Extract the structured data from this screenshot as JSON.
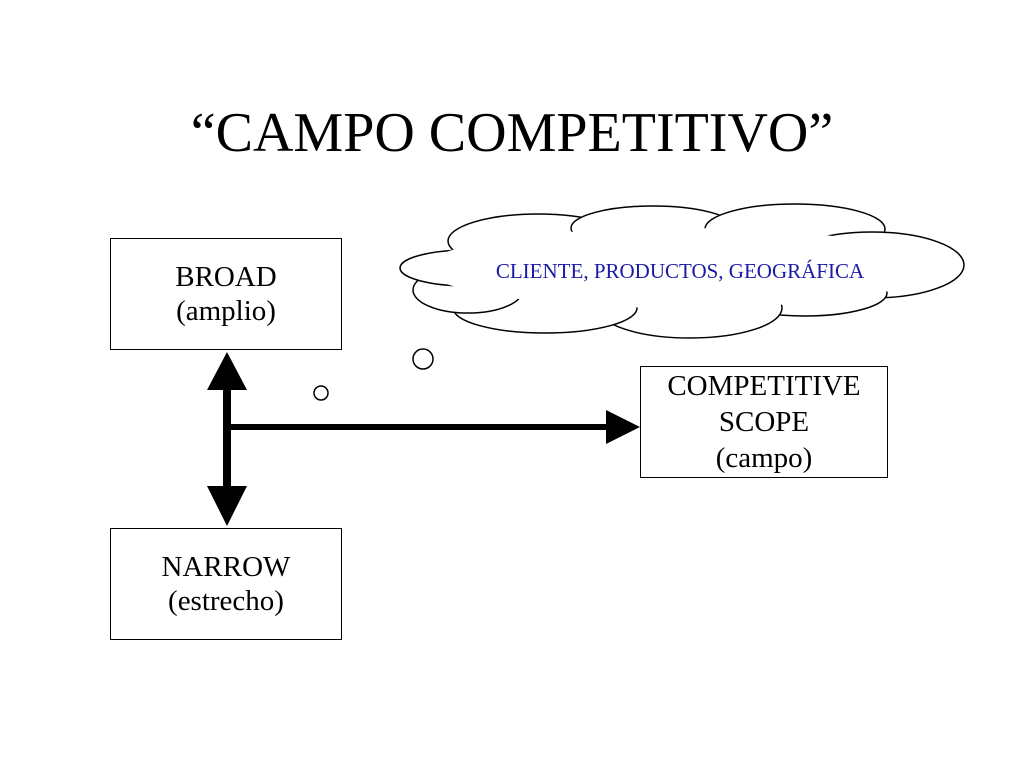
{
  "title": "“CAMPO COMPETITIVO”",
  "boxes": {
    "broad": {
      "line1": "BROAD",
      "line2": "(amplio)"
    },
    "narrow": {
      "line1": "NARROW",
      "line2": "(estrecho)"
    },
    "scope": {
      "line1": "COMPETITIVE",
      "line2": "SCOPE",
      "line3": "(campo)"
    }
  },
  "cloud": {
    "text": "CLIENTE, PRODUCTOS, GEOGRÁFICA",
    "text_color": "#1a1aa6"
  },
  "colors": {
    "arrow": "#000000",
    "border": "#000000",
    "background": "#ffffff"
  }
}
